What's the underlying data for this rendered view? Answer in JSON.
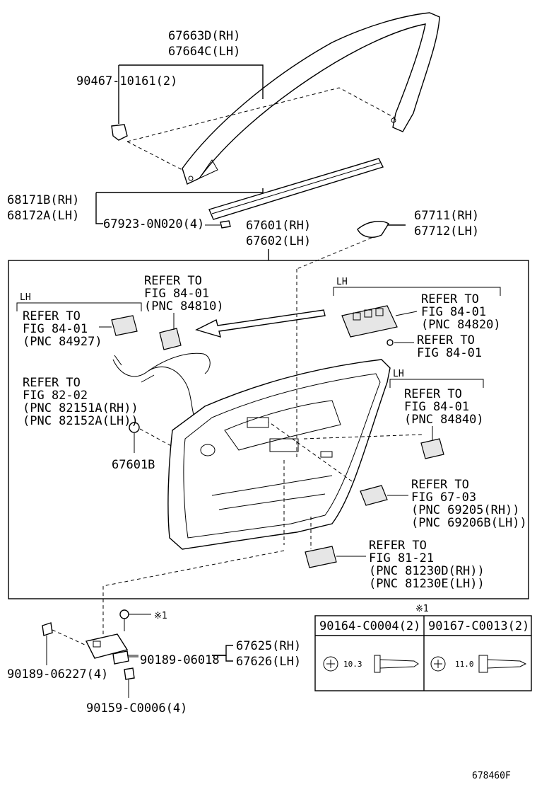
{
  "labels": {
    "frame_rh": "67663D(RH)",
    "frame_lh": "67664C(LH)",
    "clip_frame": "90467-10161(2)",
    "weatherstrip_rh": "68171B(RH)",
    "weatherstrip_lh": "68172A(LH)",
    "ws_clip": "67923-0N020(4)",
    "panel_rh": "67601(RH)",
    "panel_lh": "67602(LH)",
    "cover_rh": "67711(RH)",
    "cover_lh": "67712(LH)",
    "clip_panel": "67601B",
    "hinge_rh": "67625(RH)",
    "hinge_lh": "67626(LH)",
    "screw_a": "90189-06018",
    "screw_b": "90189-06227(4)",
    "screw_c": "90159-C0006(4)",
    "note_mark": "※1",
    "image_code": "678460F"
  },
  "refs": {
    "r84927": {
      "tag": "LH",
      "l1": "REFER TO",
      "l2": "FIG 84-01",
      "l3": "(PNC 84927)"
    },
    "r84810": {
      "l1": "REFER TO",
      "l2": "FIG 84-01",
      "l3": "(PNC 84810)"
    },
    "r84820": {
      "tag": "LH",
      "l1": "REFER TO",
      "l2": "FIG 84-01",
      "l3": "(PNC 84820)"
    },
    "r84_01b": {
      "l1": "REFER TO",
      "l2": "FIG 84-01"
    },
    "r82_02": {
      "l1": "REFER TO",
      "l2": "FIG 82-02",
      "l3": "(PNC 82151A(RH))",
      "l4": "(PNC 82152A(LH))"
    },
    "r84840": {
      "tag": "LH",
      "l1": "REFER TO",
      "l2": "FIG 84-01",
      "l3": "(PNC 84840)"
    },
    "r67_03": {
      "l1": "REFER TO",
      "l2": "FIG 67-03",
      "l3": "(PNC 69205(RH))",
      "l4": "(PNC 69206B(LH))"
    },
    "r81_21": {
      "l1": "REFER TO",
      "l2": "FIG 81-21",
      "l3": "(PNC 81230D(RH))",
      "l4": "(PNC 81230E(LH))"
    }
  },
  "legend": {
    "mark": "※1",
    "col1_header": "90164-C0004(2)",
    "col2_header": "90167-C0013(2)",
    "col1_dim": "10.3",
    "col2_dim": "11.0"
  }
}
